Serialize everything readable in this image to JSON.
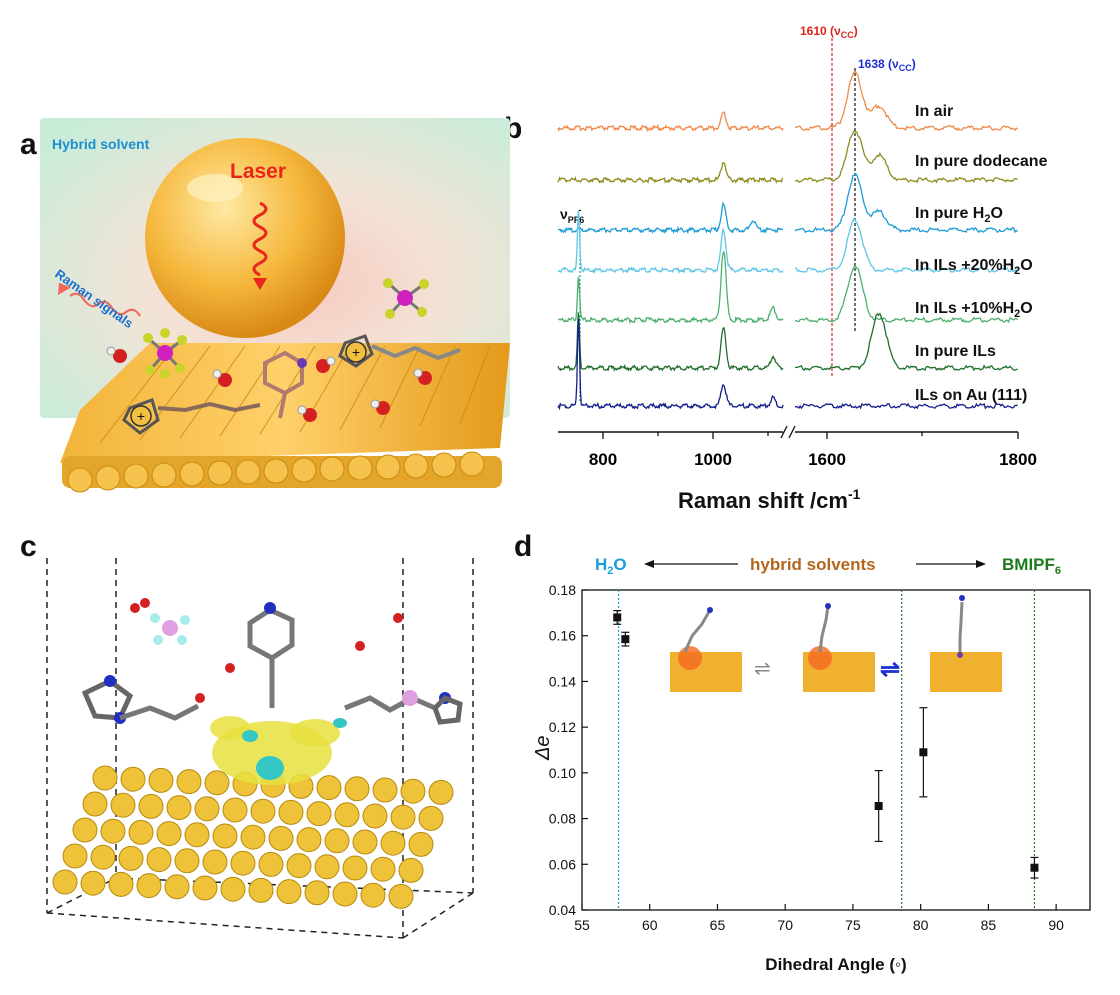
{
  "panel_labels": {
    "a": "a",
    "b": "b",
    "c": "c",
    "d": "d"
  },
  "panel_a": {
    "hybrid_solvent": "Hybrid solvent",
    "laser": "Laser",
    "raman_signals": "Raman signals"
  },
  "colors": {
    "air": "#F08A4B",
    "dodecane": "#8C8C1E",
    "h2o": "#1E9BD7",
    "ils20": "#5FC6E8",
    "ils10": "#4CAF6E",
    "pure_ils": "#1F6F2A",
    "au111": "#14208A",
    "red_marker": "#D9261C",
    "blue_marker": "#1C2FD1",
    "h2o_label": "#1AA0D8",
    "hybrid_label": "#B5651D",
    "bmipf6_label": "#1E7A1E"
  },
  "panel_b": {
    "pf6_label": "ν",
    "pf6_sub": "PF6",
    "pf6_sup": "-",
    "peak_1610": "1610 (ν",
    "peak_1638": "1638 (ν",
    "peak_sub": "CC",
    "peak_close": ")",
    "xlabel": "Raman shift /cm",
    "xlabel_sup": "-1",
    "ticks": [
      "800",
      "1000",
      "1600",
      "1800"
    ],
    "spectra": [
      {
        "key": "air",
        "label": "In air"
      },
      {
        "key": "dodecane",
        "label": "In pure dodecane"
      },
      {
        "key": "h2o",
        "label": "In pure H",
        "sub": "2",
        "tail": "O"
      },
      {
        "key": "ils20",
        "label": "In ILs +20%H",
        "sub": "2",
        "tail": "O"
      },
      {
        "key": "ils10",
        "label": "In ILs +10%H",
        "sub": "2",
        "tail": "O"
      },
      {
        "key": "pure_ils",
        "label": "In pure ILs"
      },
      {
        "key": "au111",
        "label": "ILs on Au (111)"
      }
    ]
  },
  "panel_d_header": {
    "h2o": "H",
    "h2o_sub": "2",
    "h2o_tail": "O",
    "hybrid": "hybrid solvents",
    "bmipf6": "BMIPF",
    "bmipf6_sub": "6"
  },
  "chart_data": [
    {
      "type": "line",
      "title": "",
      "xlabel": "Raman shift /cm-1",
      "ylabel": "",
      "x_tick_labels": [
        "800",
        "1000",
        "1600",
        "1800"
      ],
      "axis_break": true,
      "series": [
        {
          "name": "In air",
          "peaks": [
            1031,
            1610,
            1638
          ]
        },
        {
          "name": "In pure dodecane",
          "peaks": [
            1031,
            1610,
            1638
          ]
        },
        {
          "name": "In pure H2O",
          "peaks": [
            1031,
            1090,
            1610,
            1638
          ]
        },
        {
          "name": "In ILs +20%H2O",
          "peaks": [
            741,
            1031,
            1610
          ]
        },
        {
          "name": "In ILs +10%H2O",
          "peaks": [
            741,
            1031,
            1130,
            1610
          ]
        },
        {
          "name": "In pure ILs",
          "peaks": [
            741,
            1031,
            1130,
            1638
          ]
        },
        {
          "name": "ILs on Au (111)",
          "peaks": [
            741,
            1031,
            1130
          ]
        }
      ],
      "annotations": [
        "1610 (νCC)",
        "1638 (νCC)",
        "νPF6-"
      ]
    },
    {
      "type": "scatter",
      "title": "",
      "xlabel": "Dihedral Angle (◦)",
      "ylabel": "Δe",
      "xlim": [
        55,
        92.5
      ],
      "ylim": [
        0.04,
        0.18
      ],
      "x_ticks": [
        "55",
        "60",
        "65",
        "70",
        "75",
        "80",
        "85",
        "90"
      ],
      "y_ticks": [
        "0.04",
        "0.06",
        "0.08",
        "0.10",
        "0.12",
        "0.14",
        "0.16",
        "0.18"
      ],
      "points": [
        {
          "x": 57.6,
          "y": 0.168,
          "err": 0.003
        },
        {
          "x": 58.2,
          "y": 0.1585,
          "err": 0.003
        },
        {
          "x": 76.9,
          "y": 0.0855,
          "err": 0.0155
        },
        {
          "x": 80.2,
          "y": 0.109,
          "err": 0.0195
        },
        {
          "x": 88.4,
          "y": 0.0585,
          "err": 0.0045
        }
      ],
      "reference_lines": [
        57.7,
        78.6,
        88.4
      ]
    }
  ]
}
